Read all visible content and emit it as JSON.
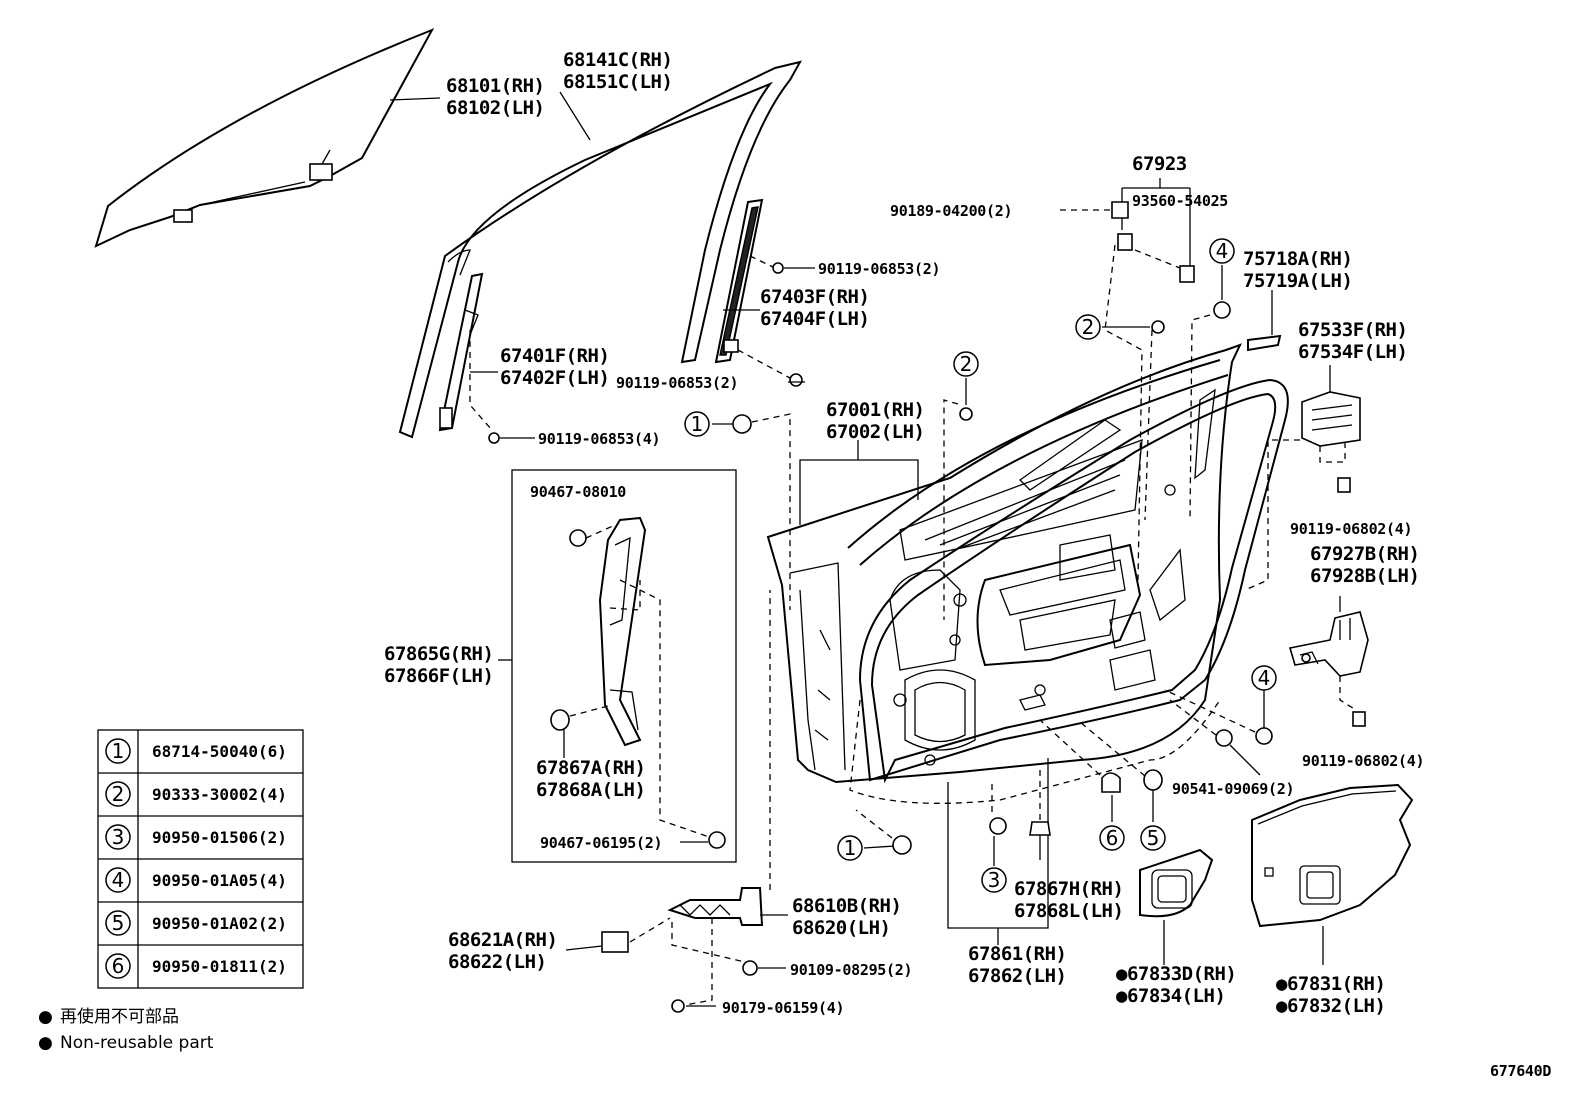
{
  "labels": {
    "window_glass": [
      "68101(RH)",
      "68102(LH)"
    ],
    "glass_run": [
      "68141C(RH)",
      "68151C(LH)"
    ],
    "division_bar_rear": [
      "67403F(RH)",
      "67404F(LH)"
    ],
    "division_bar_front": [
      "67401F(RH)",
      "67402F(LH)"
    ],
    "door_panel": [
      "67001(RH)",
      "67002(LH)"
    ],
    "front_bracket": [
      "67865G(RH)",
      "67866F(LH)"
    ],
    "bracket_plug": [
      "67867A(RH)",
      "67868A(LH)"
    ],
    "hinge_clip": [
      "67867H(RH)",
      "67868L(LH)"
    ],
    "weatherstrip": [
      "67861(RH)",
      "67862(LH)"
    ],
    "check_assy": [
      "68610B(RH)",
      "68620(LH)"
    ],
    "check_cover": [
      "68621A(RH)",
      "68622(LH)"
    ],
    "trim_cover": [
      "67833D(RH)",
      "67834(LH)"
    ],
    "service_cover": [
      "67831(RH)",
      "67832(LH)"
    ],
    "outer_frame": [
      "75718A(RH)",
      "75719A(LH)"
    ],
    "protector": [
      "67533F(RH)",
      "67534F(LH)"
    ],
    "hole_plug_bracket": [
      "67927B(RH)",
      "67928B(LH)"
    ],
    "retainer_group": "67923",
    "retainer_clip": "93560-54025"
  },
  "fasteners": {
    "screw_a": "90119-06853(2)",
    "screw_b": "90119-06853(2)",
    "screw_c": "90119-06853(4)",
    "clip_top": "90189-04200(2)",
    "bracket_bolt_top": "90467-08010",
    "bracket_bolt_bottom": "90467-06195(2)",
    "protector_bolt": "90119-06802(4)",
    "bracket_bolt": "90119-06802(4)",
    "plug_90541": "90541-09069(2)",
    "check_bolt": "90109-08295(2)",
    "check_nut": "90179-06159(4)"
  },
  "callouts": [
    "1",
    "2",
    "3",
    "4",
    "5",
    "6"
  ],
  "key_table": [
    {
      "key": "1",
      "part": "68714-50040(6)"
    },
    {
      "key": "2",
      "part": "90333-30002(4)"
    },
    {
      "key": "3",
      "part": "90950-01506(2)"
    },
    {
      "key": "4",
      "part": "90950-01A05(4)"
    },
    {
      "key": "5",
      "part": "90950-01A02(2)"
    },
    {
      "key": "6",
      "part": "90950-01811(2)"
    }
  ],
  "legend": {
    "jp": "再使用不可部品",
    "en": "Non-reusable part",
    "bullet": "●"
  },
  "figure_id": "677640D"
}
